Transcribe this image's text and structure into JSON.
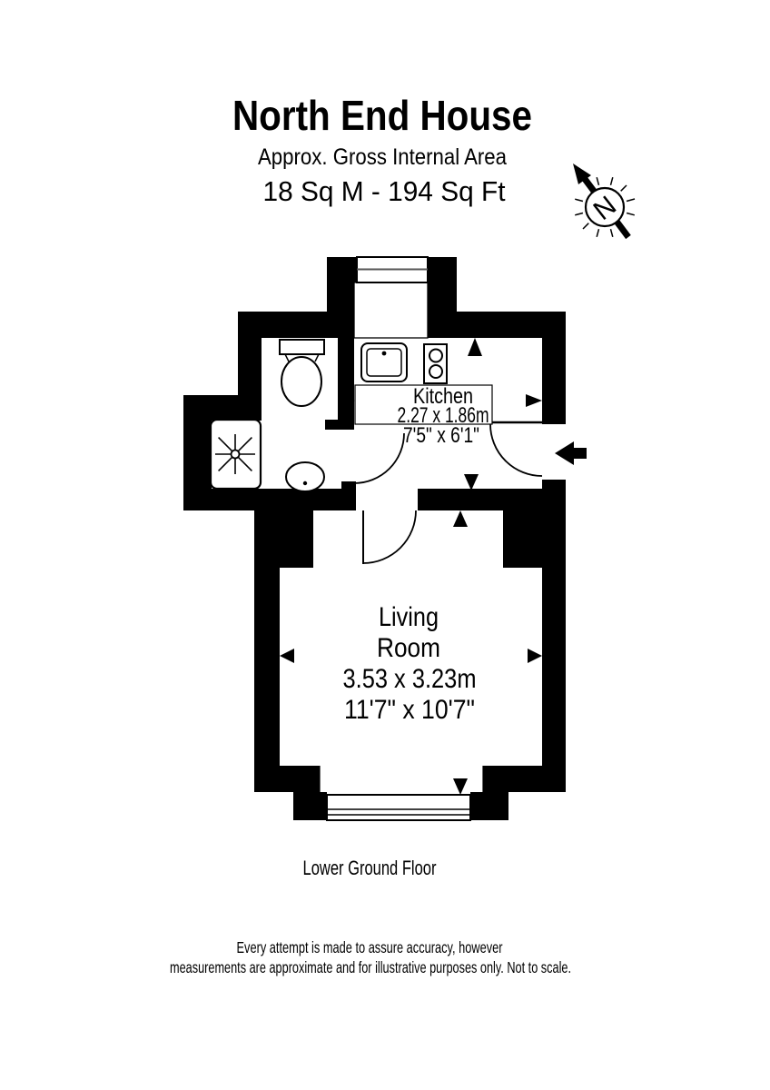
{
  "header": {
    "title": "North End House",
    "subtitle": "Approx. Gross Internal Area",
    "area": "18 Sq M - 194 Sq Ft"
  },
  "compass": {
    "label": "N"
  },
  "rooms": {
    "kitchen": {
      "name": "Kitchen",
      "metric": "2.27 x 1.86m",
      "imperial": "7'5\" x 6'1\""
    },
    "living": {
      "line1": "Living",
      "line2": "Room",
      "metric": "3.53 x 3.23m",
      "imperial": "11'7\" x 10'7\""
    }
  },
  "floor": {
    "label": "Lower Ground Floor"
  },
  "disclaimer": {
    "line1": "Every attempt is made to assure accuracy, however",
    "line2": "measurements are approximate and for illustrative purposes only. Not to scale."
  },
  "colors": {
    "walls": "#000000",
    "background": "#ffffff",
    "text": "#000000"
  }
}
